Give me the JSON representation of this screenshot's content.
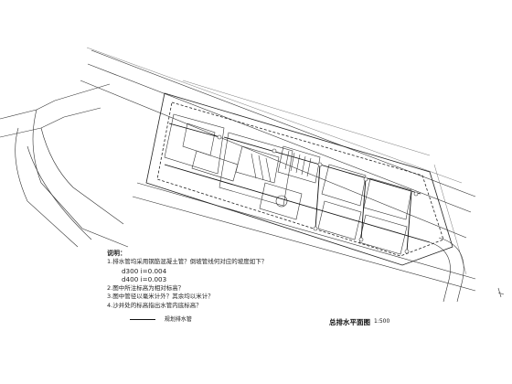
{
  "drawing": {
    "title": "总排水平面图",
    "scale": "1:500"
  },
  "notes": {
    "heading": "说明：",
    "lines": [
      "1.排水管均采用钢筋混凝土管？倒坡管线何对应的坡度如下？",
      "d300  i=0.004",
      "d400  i=0.003",
      "2.图中所注标高为相对标高？",
      "3.图中管径以毫米计外？其余均以米计？",
      "4.沙井处的标高指出水管内底标高？"
    ]
  },
  "legend": {
    "label": "规划排水管"
  },
  "colors": {
    "line": "#333333",
    "pipe": "#111111",
    "background": "#ffffff"
  }
}
